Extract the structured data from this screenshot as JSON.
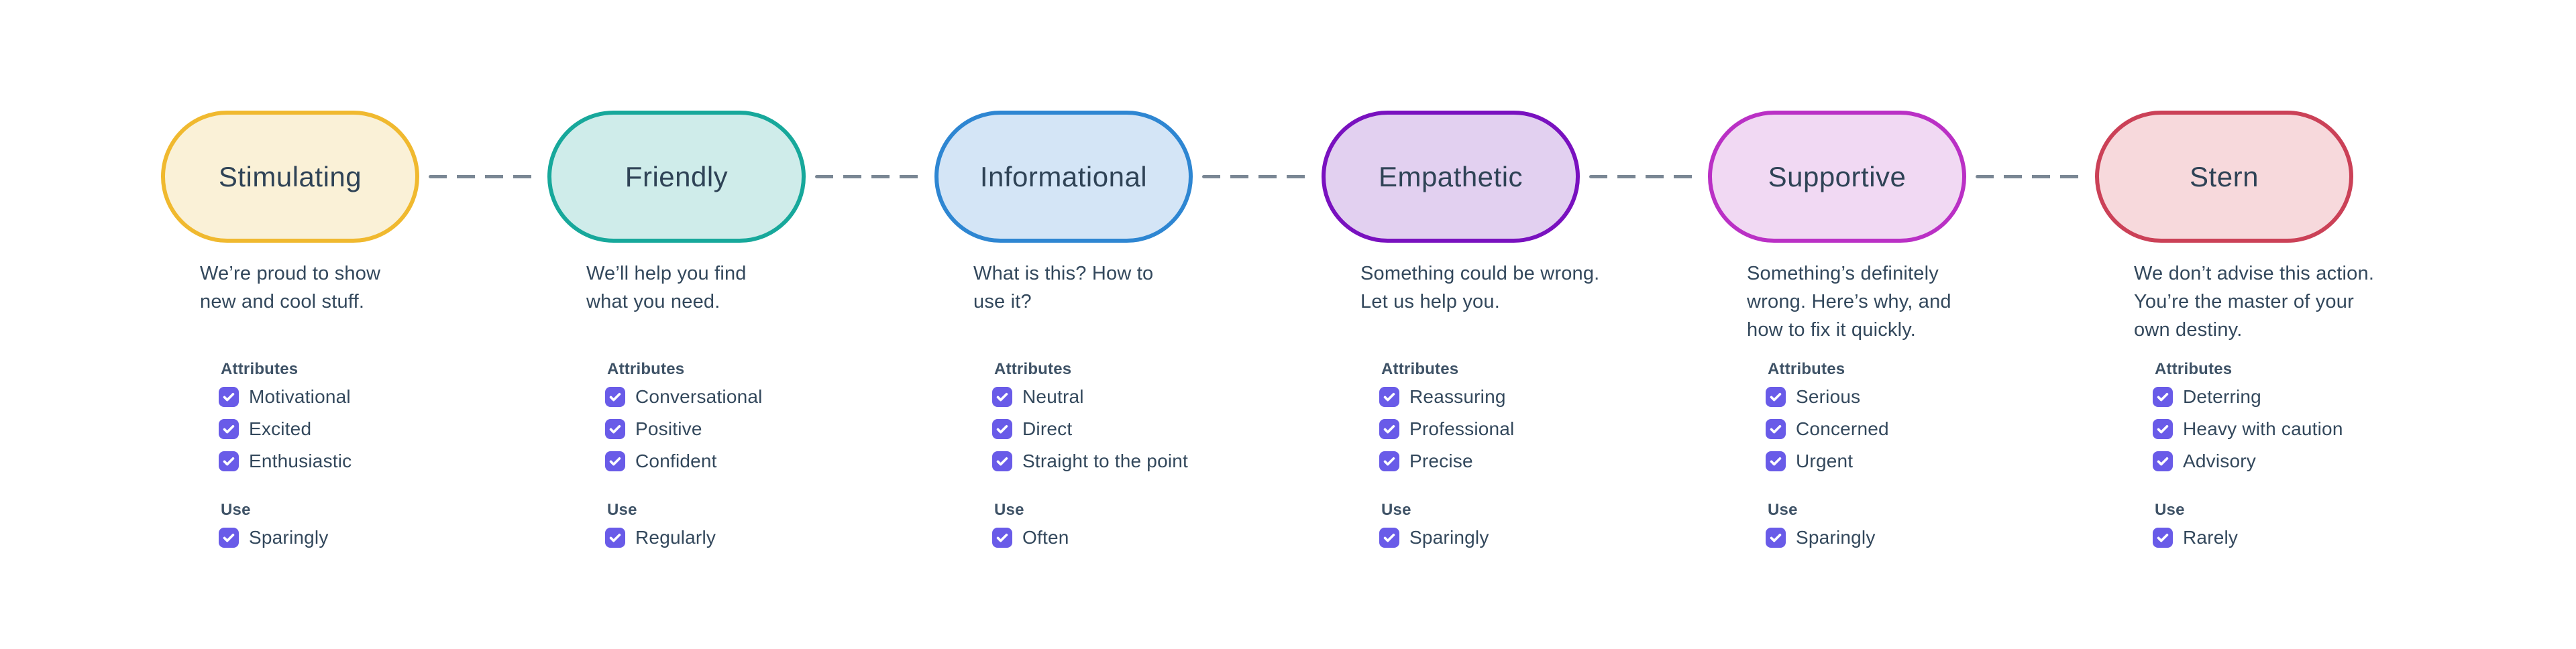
{
  "diagram_title": "tone-spectrum",
  "connector": {
    "color": "#7a8794",
    "style": "dashed"
  },
  "checkbox": {
    "accent_color": "#695be8",
    "checked": true
  },
  "text_color": "#33485c",
  "tones": [
    {
      "label": "Stimulating",
      "pill_fill": "#faf1d7",
      "pill_border": "#f0b92f",
      "description": "We’re proud to show\nnew and cool stuff.",
      "attributes_label": "Attributes",
      "attributes": [
        "Motivational",
        "Excited",
        "Enthusiastic"
      ],
      "use_label": "Use",
      "use": "Sparingly"
    },
    {
      "label": "Friendly",
      "pill_fill": "#cfecea",
      "pill_border": "#17a89b",
      "description": "We’ll help you find\nwhat you need.",
      "attributes_label": "Attributes",
      "attributes": [
        "Conversational",
        "Positive",
        "Confident"
      ],
      "use_label": "Use",
      "use": "Regularly"
    },
    {
      "label": "Informational",
      "pill_fill": "#d4e5f6",
      "pill_border": "#2e86d2",
      "description": "What is this? How to\nuse it?",
      "attributes_label": "Attributes",
      "attributes": [
        "Neutral",
        "Direct",
        "Straight to the point"
      ],
      "use_label": "Use",
      "use": "Often"
    },
    {
      "label": "Empathetic",
      "pill_fill": "#e2d0f0",
      "pill_border": "#7911bf",
      "description": "Something could be wrong.\nLet us help you.",
      "attributes_label": "Attributes",
      "attributes": [
        "Reassuring",
        "Professional",
        "Precise"
      ],
      "use_label": "Use",
      "use": "Sparingly"
    },
    {
      "label": "Supportive",
      "pill_fill": "#f1d9f3",
      "pill_border": "#ba30c5",
      "description": "Something’s definitely\nwrong. Here’s why, and\nhow to fix it quickly.",
      "attributes_label": "Attributes",
      "attributes": [
        "Serious",
        "Concerned",
        "Urgent"
      ],
      "use_label": "Use",
      "use": "Sparingly"
    },
    {
      "label": "Stern",
      "pill_fill": "#f7d9dc",
      "pill_border": "#cb4157",
      "description": "We don’t advise this action.\nYou’re the master of your\nown destiny.",
      "attributes_label": "Attributes",
      "attributes": [
        "Deterring",
        "Heavy with caution",
        "Advisory"
      ],
      "use_label": "Use",
      "use": "Rarely"
    }
  ]
}
